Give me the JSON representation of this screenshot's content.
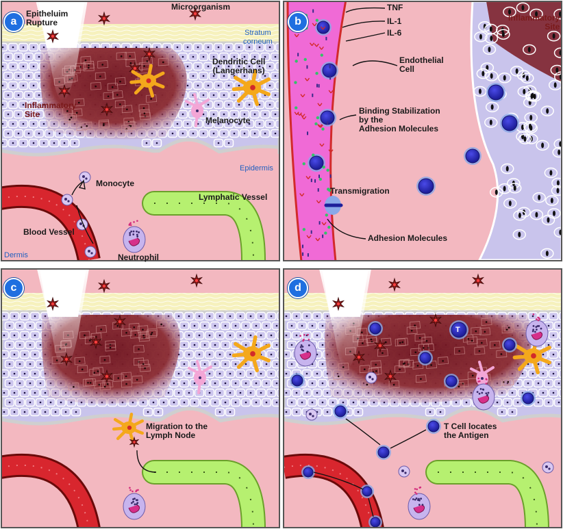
{
  "panels": {
    "a": {
      "badge": "a",
      "labels": {
        "rupture": "Epitheluim\nRupture",
        "microorganism": "Microorganism",
        "stratum": "Stratum\ncorneum",
        "dendritic": "Dendritic Cell\n(Langerhans)",
        "inflammatory": "Inflammatory\nSite",
        "melanocyte": "Melanocyte",
        "epidermis": "Epidermis",
        "monocyte": "Monocyte",
        "lymphatic": "Lymphatic Vessel",
        "blood": "Blood Vessel",
        "neutrophil": "Neutrophil",
        "dermis": "Dermis"
      }
    },
    "b": {
      "badge": "b",
      "labels": {
        "tnf": "TNF",
        "il1": "IL-1",
        "il6": "IL-6",
        "endothelial": "Endothelial\nCell",
        "binding": "Binding Stabilization\nby the\nAdhesion Molecules",
        "transmigration": "Transmigration",
        "adhesion": "Adhesion Molecules",
        "inflammatory": "Inflammatory\nSite"
      }
    },
    "c": {
      "badge": "c",
      "labels": {
        "migration": "Migration to the\nLymph Node"
      }
    },
    "d": {
      "badge": "d",
      "labels": {
        "tcell": "T Cell locates\nthe Antigen",
        "t": "T"
      }
    }
  },
  "colors": {
    "dermis": "#f3b8c0",
    "cell_fill": "#c9c4ec",
    "cell_stroke": "#ffffff",
    "inflamed": "#7a1a22",
    "stratum": "#f4eeb0",
    "basement": "#cfcfcf",
    "vessel": "#d8262e",
    "lymph": "#b6f070",
    "badge": "#1f6fe0",
    "immune": "#3a3ad0",
    "dendritic": "#f4a81c",
    "melanocyte": "#f3a6d6",
    "endothelium": "#f06ad6"
  }
}
